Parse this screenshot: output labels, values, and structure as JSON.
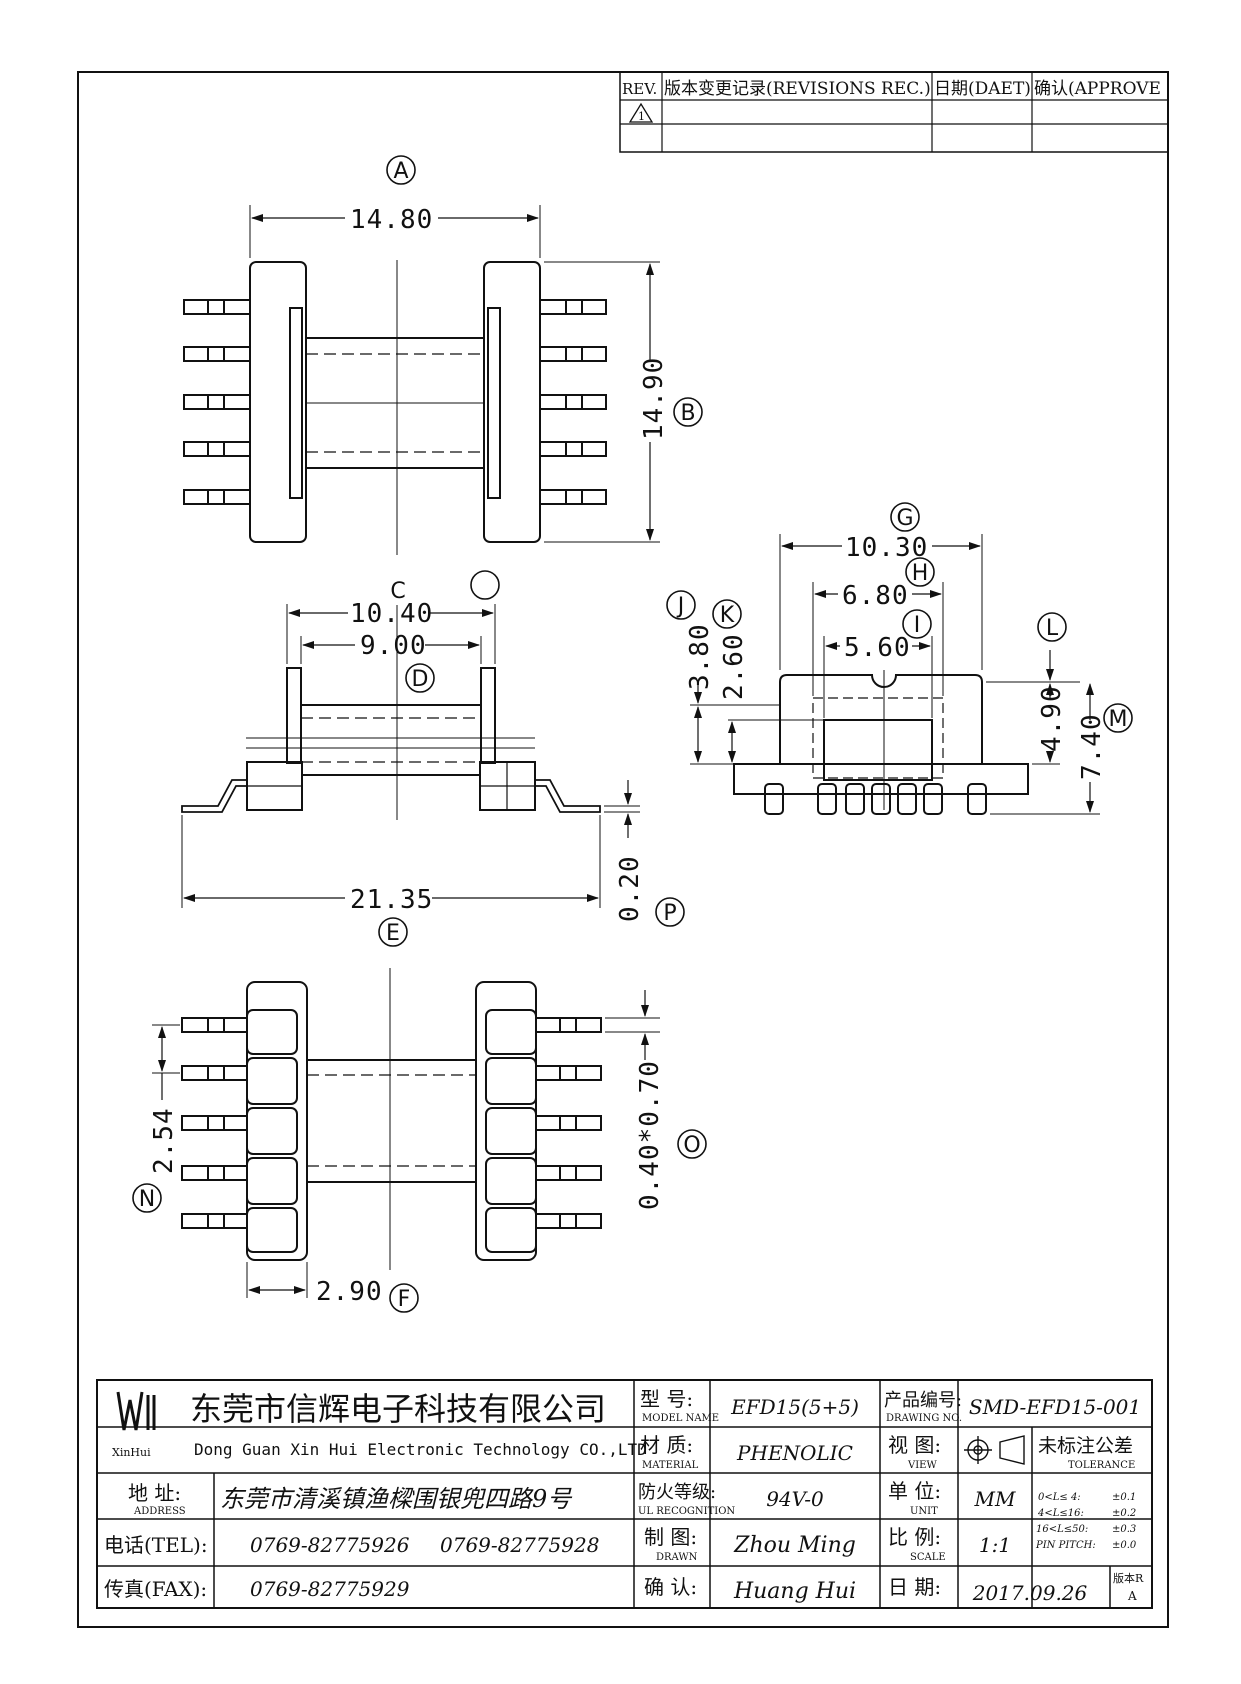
{
  "revision_table": {
    "headers": [
      "REV.",
      "版本变更记录(REVISIONS REC.)",
      "日期(DAET)",
      "确认(APPROVE"
    ],
    "row1_rev": "1"
  },
  "views": {
    "top": {
      "width": "14.80",
      "width_ref": "A",
      "height": "14.90",
      "height_ref": "B"
    },
    "side": {
      "label_c": "C",
      "outer": "10.40",
      "inner": "9.00",
      "inner_ref": "D",
      "total": "21.35",
      "total_ref": "E",
      "pin": "0.20",
      "pin_ref": "P"
    },
    "end": {
      "g": "10.30",
      "g_ref": "G",
      "h": "6.80",
      "h_ref": "H",
      "i": "5.60",
      "i_ref": "I",
      "j": "3.80",
      "j_ref": "J",
      "k": "2.60",
      "k_ref": "K",
      "l_ref": "L",
      "l": "4.90",
      "m": "7.40",
      "m_ref": "M"
    },
    "bottom": {
      "pitch": "2.54",
      "pitch_ref": "N",
      "pin_size": "0.40*0.70",
      "pin_size_ref": "O",
      "f": "2.90",
      "f_ref": "F"
    }
  },
  "title_block": {
    "company_cn": "东莞市信辉电子科技有限公司",
    "company_en": "Dong Guan Xin Hui Electronic Technology CO.,LTD",
    "logo_text": "XinHui",
    "address_label": "地  址:",
    "address_label_en": "ADDRESS",
    "address": "东莞市清溪镇渔樑围银兜四路9号",
    "tel_label": "电话(TEL):",
    "tel1": "0769-82775926",
    "tel2": "0769-82775928",
    "fax_label": "传真(FAX):",
    "fax": "0769-82775929",
    "model_label": "型  号:",
    "model_label_en": "MODEL NAME",
    "model": "EFD15(5+5)",
    "material_label": "材  质:",
    "material_label_en": "MATERIAL",
    "material": "PHENOLIC",
    "ul_label": "防火等级:",
    "ul_label_en": "UL RECOGNITION",
    "ul": "94V-0",
    "drawn_label": "制  图:",
    "drawn_label_en": "DRAWN",
    "drawn": "Zhou Ming",
    "confirm_label": "确  认:",
    "confirm": "Huang Hui",
    "drawing_no_label": "产品编号:",
    "drawing_no_label_en": "DRAWING NO.",
    "drawing_no": "SMD-EFD15-001",
    "view_label": "视  图:",
    "view_label_en": "VIEW",
    "unit_label": "单  位:",
    "unit_label_en": "UNIT",
    "unit": "MM",
    "scale_label": "比  例:",
    "scale_label_en": "SCALE",
    "scale": "1:1",
    "date_label": "日  期:",
    "date": "2017.09.26",
    "tolerance_title": "未标注公差",
    "tolerance_title_en": "TOLERANCE",
    "tolerances": [
      {
        "range": "0<L≤ 4:",
        "value": "±0.1"
      },
      {
        "range": "4<L≤16:",
        "value": "±0.2"
      },
      {
        "range": "16<L≤50:",
        "value": "±0.3"
      },
      {
        "range": "PIN PITCH:",
        "value": "±0.0"
      }
    ],
    "version_label": "版本R",
    "version": "A"
  }
}
